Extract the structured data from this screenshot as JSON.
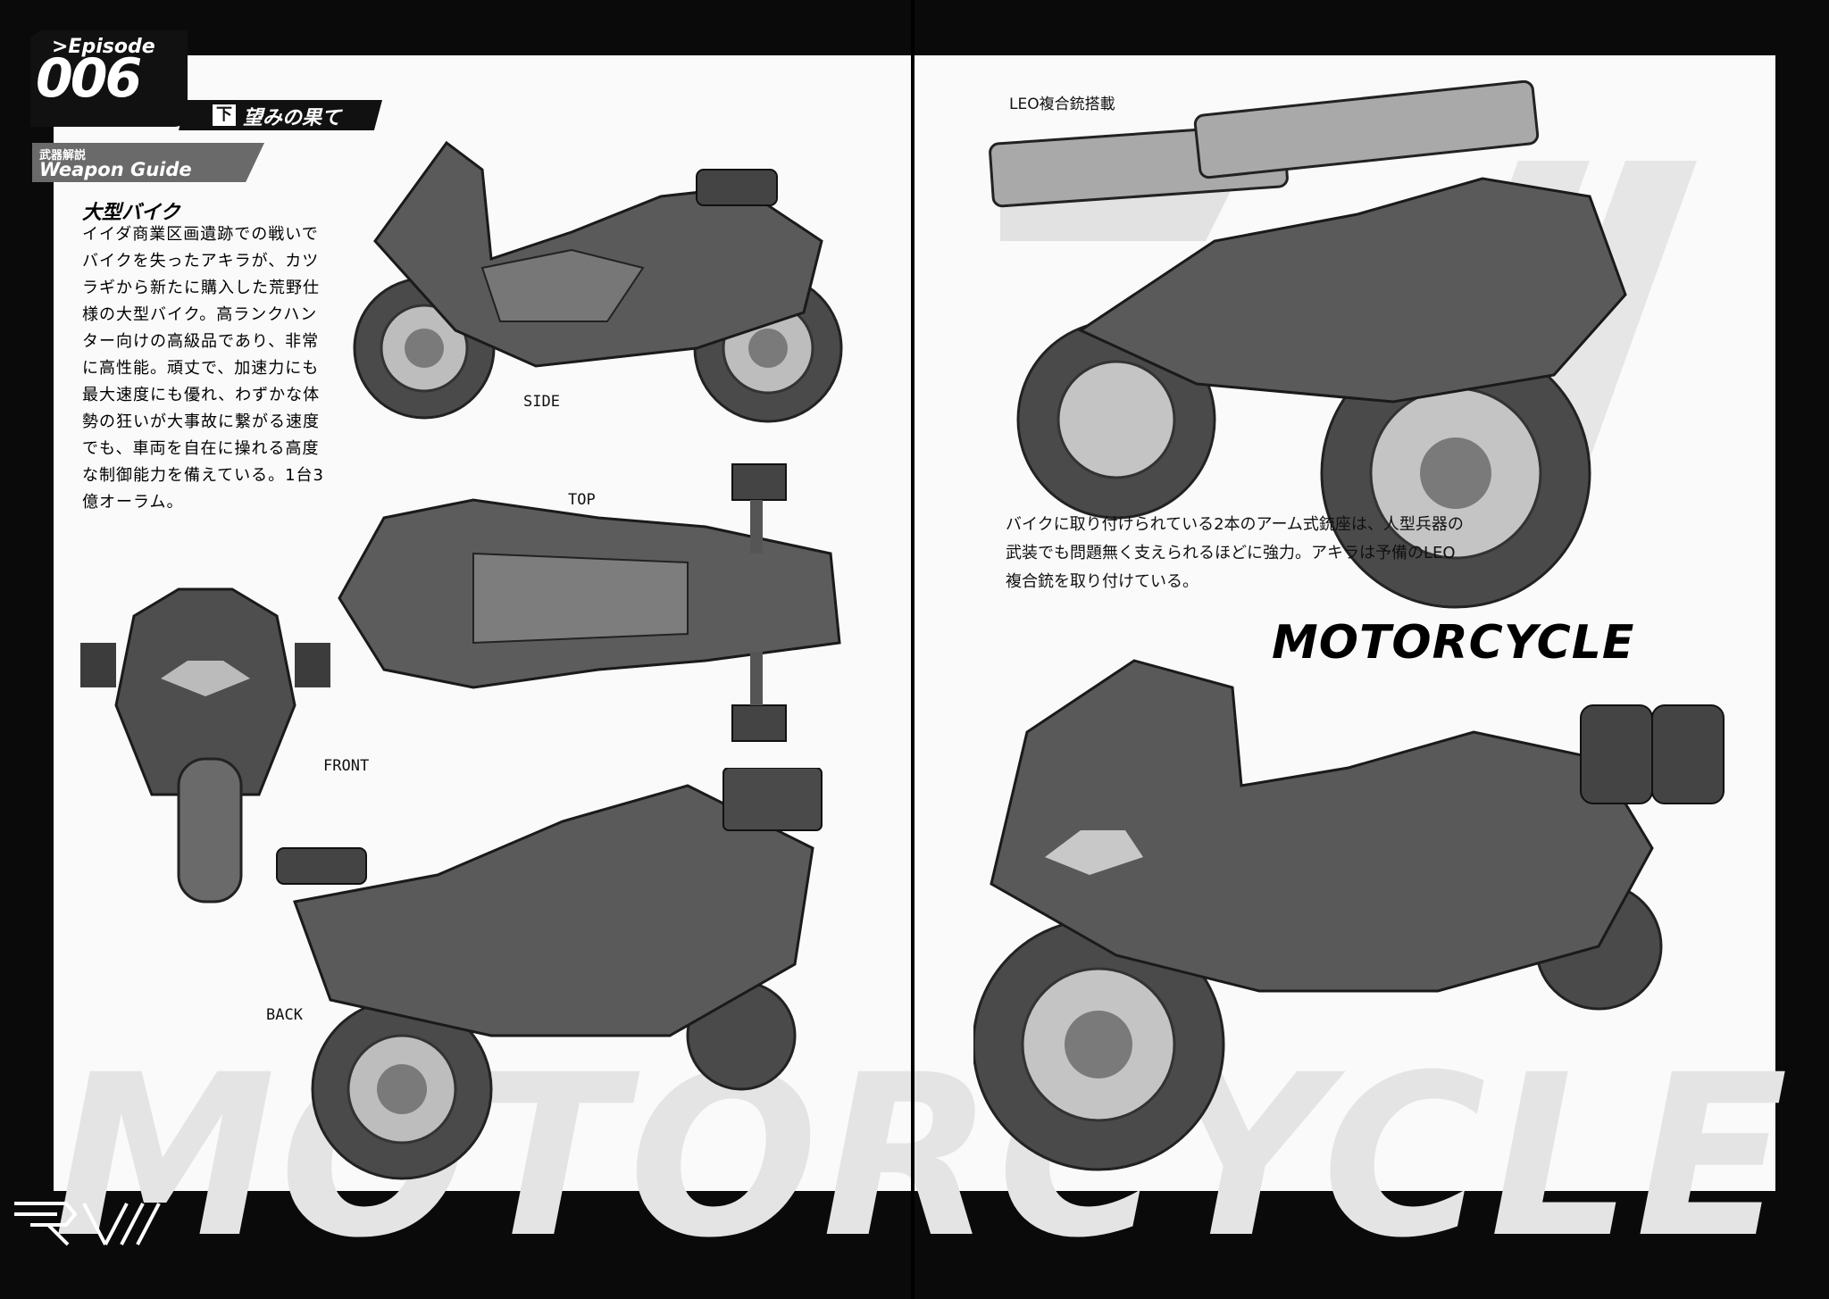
{
  "header": {
    "episode_label": ">Episode",
    "episode_number": "006",
    "subtitle_mark": "下",
    "subtitle": "望みの果て",
    "section_jp": "武器解説",
    "section_en": "Weapon Guide"
  },
  "item": {
    "title": "大型バイク",
    "description": "イイダ商業区画遺跡での戦いでバイクを失ったアキラが、カツラギから新たに購入した荒野仕様の大型バイク。高ランクハンター向けの高級品であり、非常に高性能。頑丈で、加速力にも最大速度にも優れ、わずかな体勢の狂いが大事故に繋がる速度でも、車両を自在に操れる高度な制御能力を備えている。1台3億オーラム。"
  },
  "views": {
    "side": "SIDE",
    "top": "TOP",
    "front": "FRONT",
    "back": "BACK"
  },
  "right": {
    "caption_top": "LEO複合銃搭載",
    "caption": "バイクに取り付けられている2本のアーム式銃座は、人型兵器の武装でも問題無く支えられるほどに強力。アキラは予備のLEO複合銃を取り付けている。",
    "title": "MOTORCYCLE"
  },
  "watermark": "MOTORCYCLE",
  "icons": [
    "motorcycle-side-illustration",
    "motorcycle-top-illustration",
    "motorcycle-front-illustration",
    "motorcycle-back-illustration",
    "motorcycle-armed-illustration",
    "motorcycle-front-three-quarter-illustration",
    "series-logo-icon"
  ],
  "colors": {
    "frame": "#0a0a0a",
    "page": "#fafafa",
    "watermark": "#e4e4e4",
    "panel": "#111111",
    "grey_bar": "#6a6a6a"
  }
}
